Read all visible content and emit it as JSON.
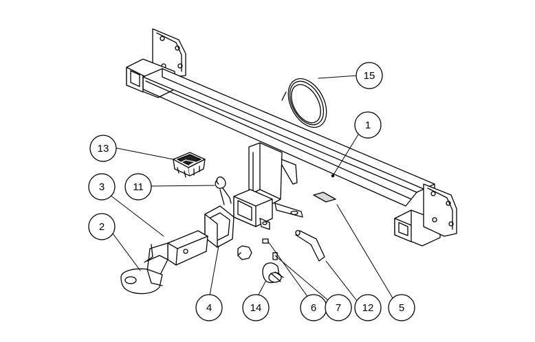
{
  "diagram": {
    "callouts": [
      {
        "id": "1",
        "label": "1"
      },
      {
        "id": "2",
        "label": "2"
      },
      {
        "id": "3",
        "label": "3"
      },
      {
        "id": "4",
        "label": "4"
      },
      {
        "id": "5",
        "label": "5"
      },
      {
        "id": "6",
        "label": "6"
      },
      {
        "id": "7",
        "label": "7"
      },
      {
        "id": "11",
        "label": "11"
      },
      {
        "id": "12",
        "label": "12"
      },
      {
        "id": "13",
        "label": "13"
      },
      {
        "id": "14",
        "label": "14"
      },
      {
        "id": "15",
        "label": "15"
      }
    ],
    "colors": {
      "line": "#000000",
      "fill": "#ffffff",
      "shade": "#d9d9d9"
    }
  }
}
